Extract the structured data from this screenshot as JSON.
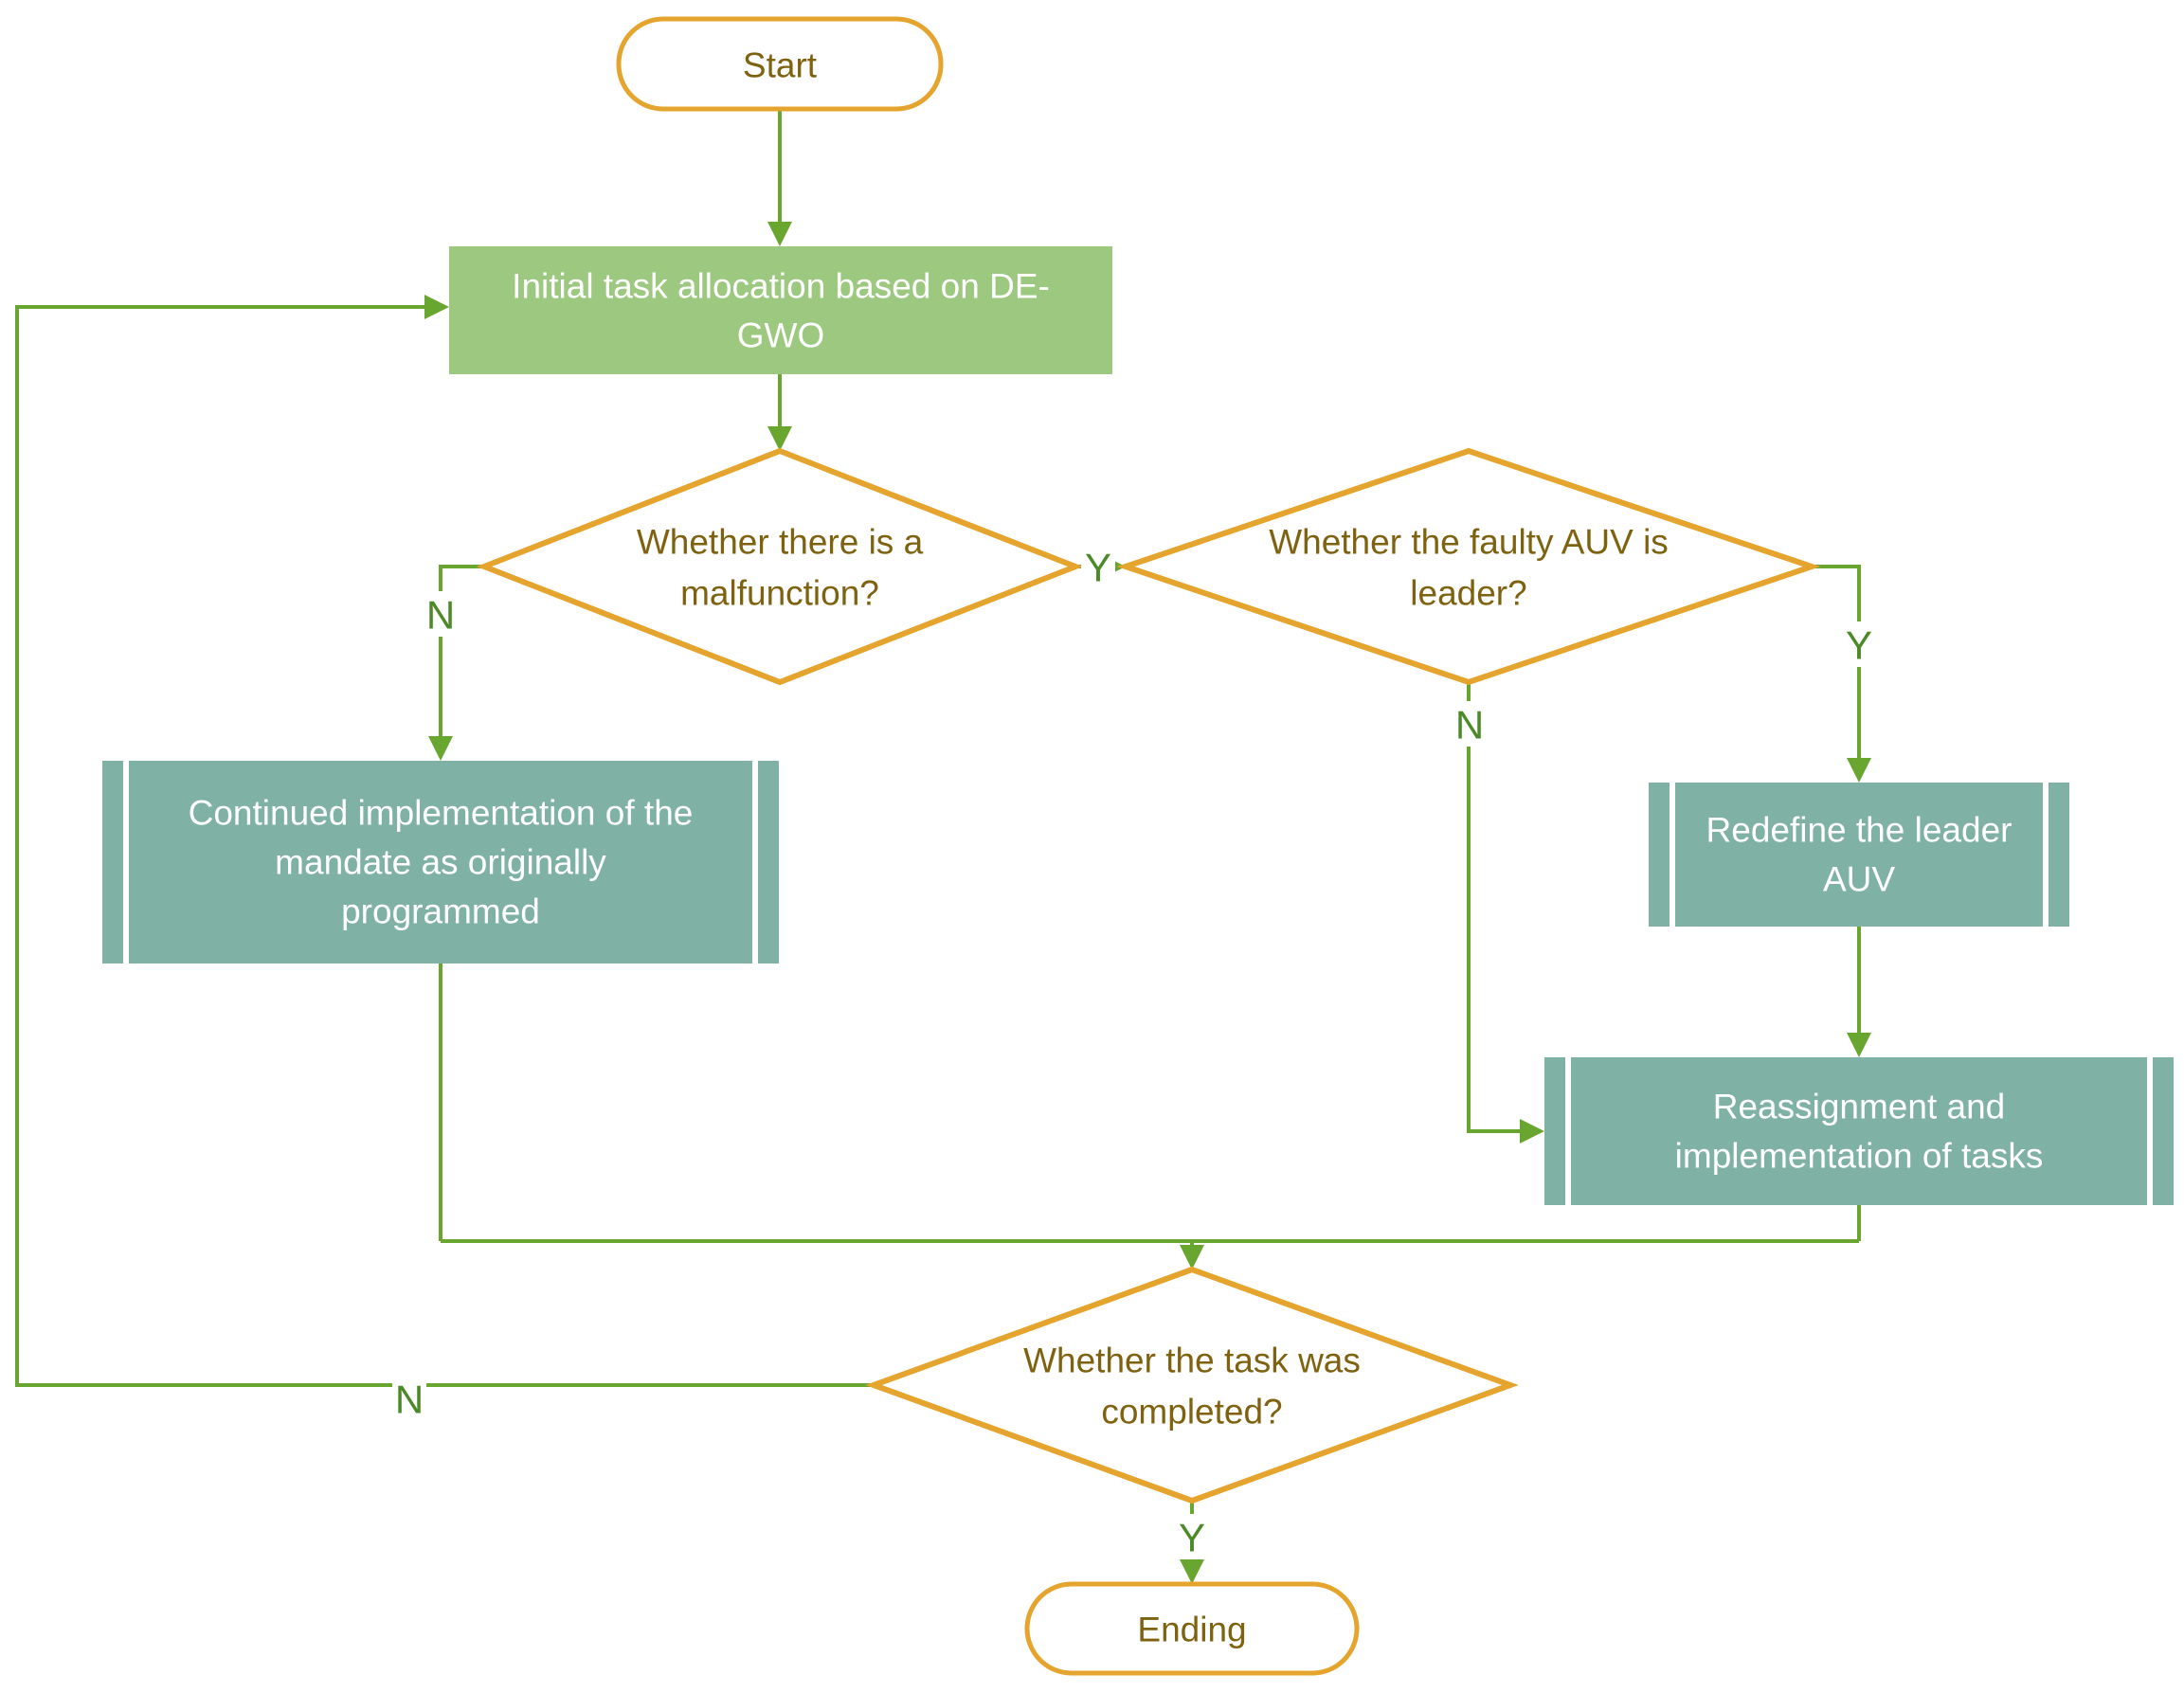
{
  "colors": {
    "orange": "#E5A42D",
    "line-green": "#68A62F",
    "label-green": "#4B8A27",
    "olive-text": "#7E6210",
    "process-fill": "#9CC87F",
    "predef-fill": "#7FB1A5",
    "box-text": "#FFFFFF",
    "canvas-bg": "#FFFFFF"
  },
  "nodes": {
    "start": {
      "shape": "terminator",
      "label": "Start"
    },
    "init": {
      "shape": "process",
      "lines": [
        "Initial task allocation based on DE-",
        "GWO"
      ]
    },
    "malfunction": {
      "shape": "decision",
      "lines": [
        "Whether there is a",
        "malfunction?"
      ]
    },
    "faulty_leader": {
      "shape": "decision",
      "lines": [
        "Whether the faulty AUV is",
        "leader?"
      ]
    },
    "continued": {
      "shape": "predefined-process",
      "lines": [
        "Continued implementation of the",
        "mandate as originally",
        "programmed"
      ]
    },
    "redefine": {
      "shape": "predefined-process",
      "lines": [
        "Redefine the leader",
        "AUV"
      ]
    },
    "reassignment": {
      "shape": "predefined-process",
      "lines": [
        "Reassignment and",
        "implementation of tasks"
      ]
    },
    "completed": {
      "shape": "decision",
      "lines": [
        "Whether the task was",
        "completed?"
      ]
    },
    "ending": {
      "shape": "terminator",
      "label": "Ending"
    }
  },
  "edge_labels": {
    "malfunction_yes": "Y",
    "malfunction_no": "N",
    "leader_yes": "Y",
    "leader_no": "N",
    "completed_yes": "Y",
    "completed_no": "N"
  }
}
